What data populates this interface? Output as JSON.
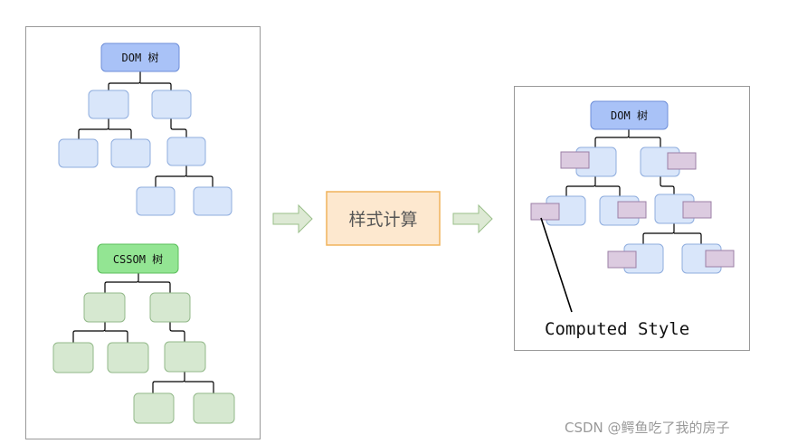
{
  "left_panel": {
    "dom_tree_label": "DOM 树",
    "cssom_tree_label": "CSSOM 树"
  },
  "process": {
    "label": "样式计算"
  },
  "right_panel": {
    "dom_tree_label": "DOM 树",
    "annotation": "Computed Style"
  },
  "watermark": "CSDN @鳄鱼吃了我的房子",
  "colors": {
    "dom_root_fill": "#a9c2f7",
    "dom_node_fill": "#d9e6fa",
    "dom_node_stroke": "#8fadde",
    "cssom_root_fill": "#93e593",
    "cssom_node_fill": "#d6e8d0",
    "cssom_node_stroke": "#93b98a",
    "style_tag_fill": "#dccbe0",
    "style_tag_stroke": "#9b7fa6",
    "process_fill": "#fde8cf",
    "process_stroke": "#f0b35c",
    "arrow_fill": "#dde9d4",
    "arrow_stroke": "#9abf8a"
  }
}
